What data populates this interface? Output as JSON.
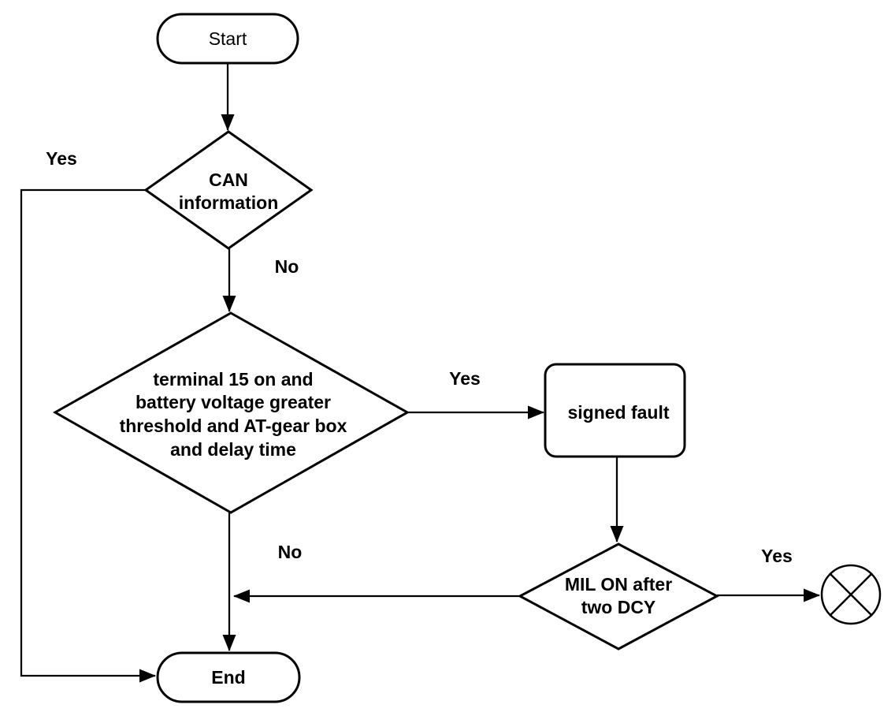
{
  "diagram": {
    "type": "flowchart",
    "colors": {
      "stroke": "#000000",
      "background": "#ffffff"
    },
    "nodes": {
      "start": {
        "type": "terminator",
        "label": "Start"
      },
      "can_decision": {
        "type": "decision",
        "lines": {
          "l1": "CAN",
          "l2": "information"
        }
      },
      "conditions_decision": {
        "type": "decision",
        "lines": {
          "l1": "terminal 15 on and",
          "l2": "battery voltage greater",
          "l3": "threshold and AT-gear box",
          "l4": "and delay time"
        }
      },
      "signed_fault": {
        "type": "process",
        "label": "signed fault"
      },
      "mil_decision": {
        "type": "decision",
        "lines": {
          "l1": "MIL ON after",
          "l2": "two DCY"
        }
      },
      "end": {
        "type": "terminator",
        "label": "End"
      },
      "offpage_connector": {
        "type": "connector",
        "icon": "circled-x-icon"
      }
    },
    "edge_labels": {
      "can_yes": "Yes",
      "can_no": "No",
      "conditions_yes": "Yes",
      "conditions_no": "No",
      "mil_yes": "Yes"
    }
  }
}
